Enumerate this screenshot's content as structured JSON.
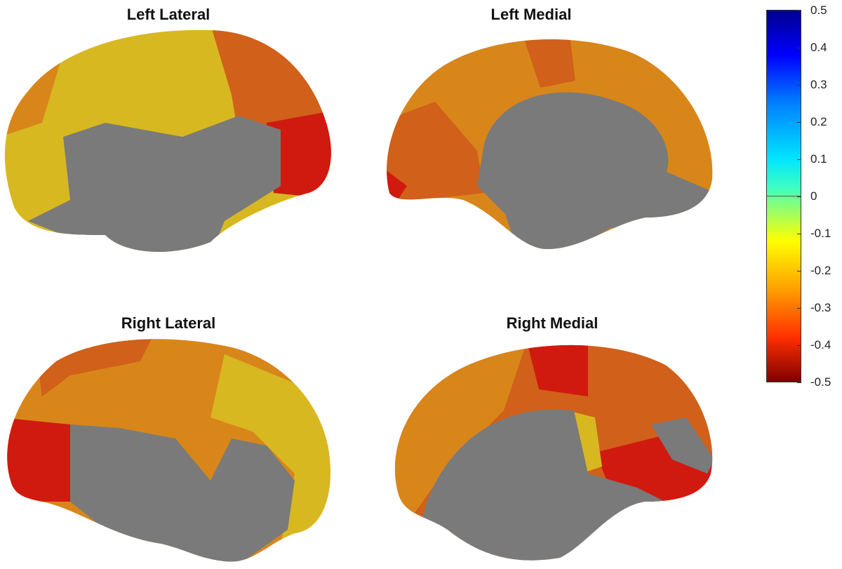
{
  "panels": [
    {
      "title": "Left Lateral"
    },
    {
      "title": "Left Medial"
    },
    {
      "title": "Right Lateral"
    },
    {
      "title": "Right Medial"
    }
  ],
  "colorbar": {
    "ticks": [
      "0.5",
      "0.4",
      "0.3",
      "0.2",
      "0.1",
      "0",
      "-0.1",
      "-0.2",
      "-0.3",
      "-0.4",
      "-0.5"
    ],
    "range": [
      -0.5,
      0.5
    ],
    "colormap": "jet"
  },
  "colors": {
    "neutral": "#7a7a7a",
    "yellow": "#d8b820",
    "orange": "#d8861a",
    "dark_orange": "#d0601a",
    "red": "#d01a10"
  }
}
